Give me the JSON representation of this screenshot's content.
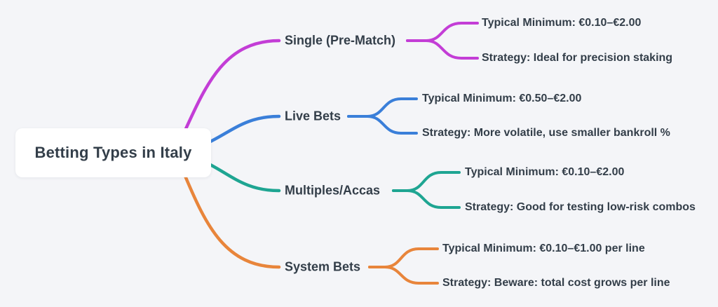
{
  "background_color": "#f4f5f8",
  "text_color": "#333e49",
  "root": {
    "label": "Betting Types in Italy"
  },
  "branches": [
    {
      "label": "Single (Pre-Match)",
      "color": "#c33dd6",
      "children": [
        {
          "label": "Typical Minimum: €0.10–€2.00"
        },
        {
          "label": "Strategy: Ideal for precision staking"
        }
      ]
    },
    {
      "label": "Live Bets",
      "color": "#3a7fd9",
      "children": [
        {
          "label": "Typical Minimum: €0.50–€2.00"
        },
        {
          "label": "Strategy: More volatile, use smaller bankroll %"
        }
      ]
    },
    {
      "label": "Multiples/Accas",
      "color": "#1ea592",
      "children": [
        {
          "label": "Typical Minimum: €0.10–€2.00"
        },
        {
          "label": "Strategy: Good for testing low-risk combos"
        }
      ]
    },
    {
      "label": "System Bets",
      "color": "#e8853b",
      "children": [
        {
          "label": "Typical Minimum: €0.10–€1.00 per line"
        },
        {
          "label": "Strategy: Beware: total cost grows per line"
        }
      ]
    }
  ]
}
